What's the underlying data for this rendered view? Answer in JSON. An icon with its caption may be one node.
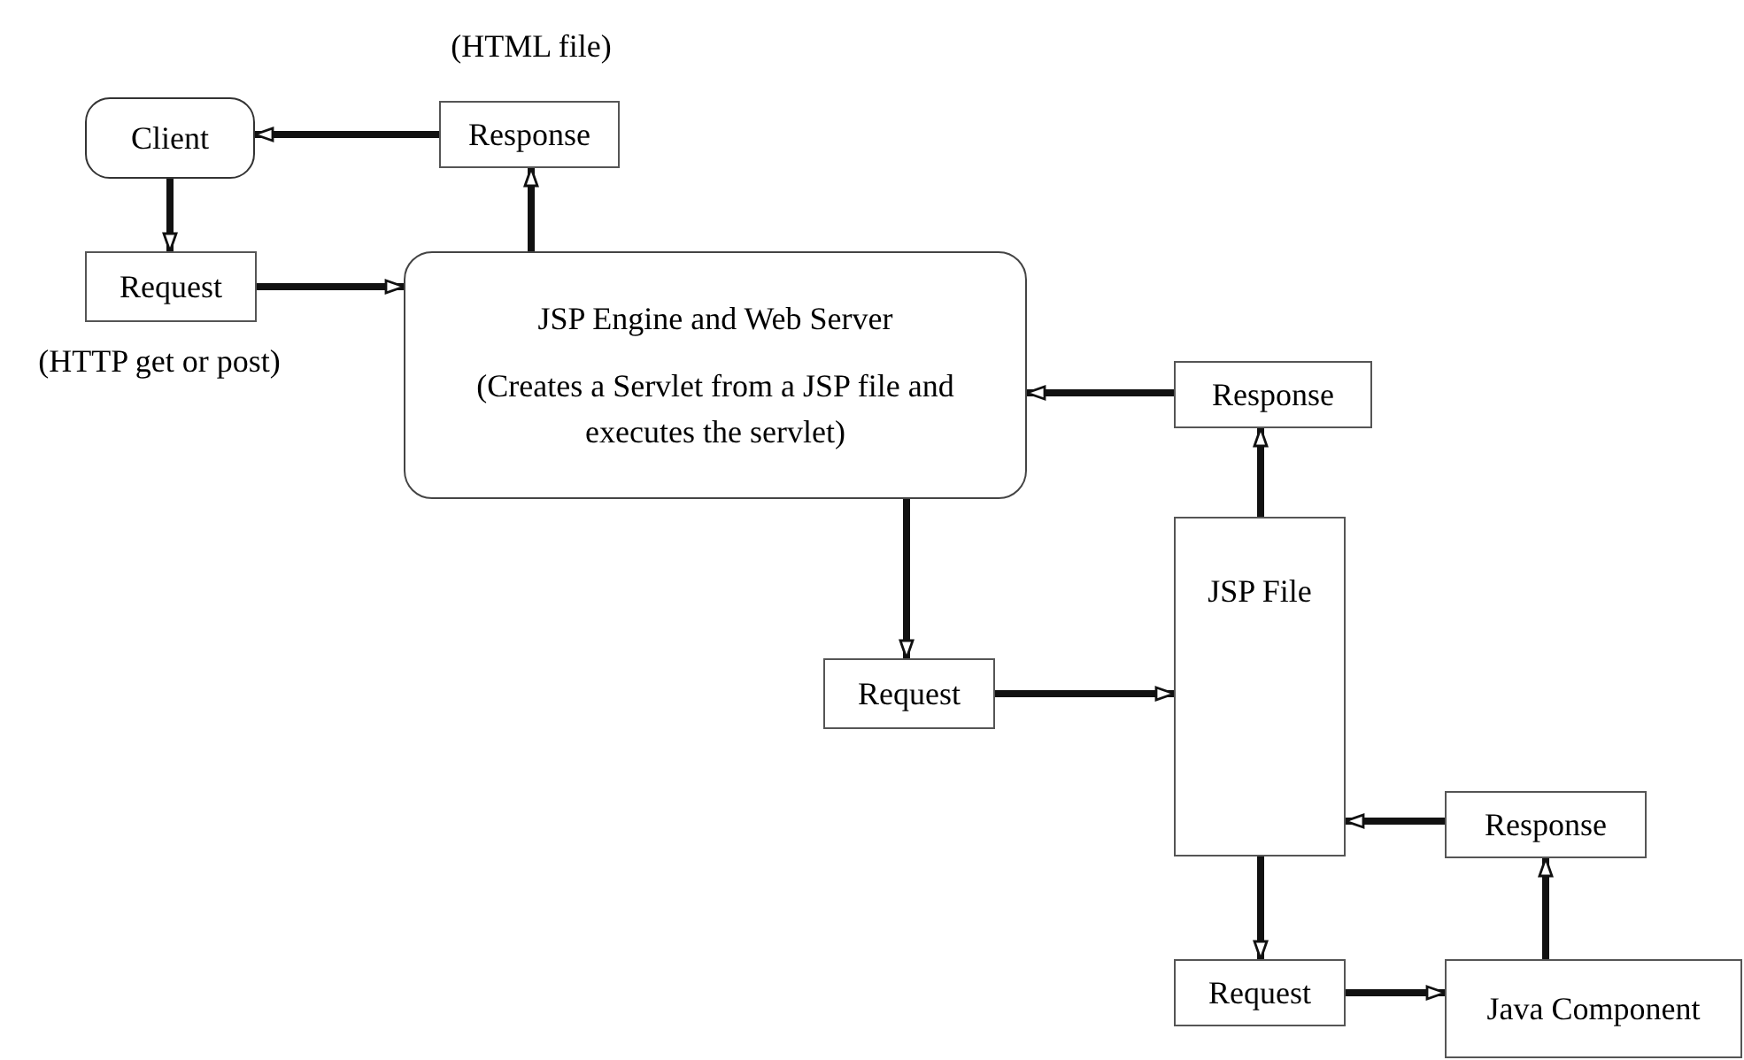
{
  "diagram": {
    "nodes": [
      {
        "text": [
          "Client"
        ]
      },
      {
        "text": [
          "Response"
        ],
        "beside": [
          "(HTML file)"
        ]
      },
      {
        "text": [
          "Request"
        ],
        "beside": [
          "(HTTP get or post)"
        ]
      },
      {
        "text": [
          "JSP Engine and Web Server",
          "(Creates a Servlet from a JSP file and executes the servlet)"
        ]
      },
      {
        "text": [
          "Response"
        ]
      },
      {
        "text": [
          "JSP File"
        ]
      },
      {
        "text": [
          "Request"
        ]
      },
      {
        "text": [
          "Response"
        ]
      },
      {
        "text": [
          "Request"
        ]
      },
      {
        "text": [
          "Java Component"
        ]
      }
    ],
    "edges": [
      {
        "from": 1,
        "to": 0,
        "arrow": "to"
      },
      {
        "from": 0,
        "to": 2,
        "arrow": "to"
      },
      {
        "from": 2,
        "to": 3,
        "arrow": "to"
      },
      {
        "from": 3,
        "to": 1,
        "arrow": "to"
      },
      {
        "from": 4,
        "to": 3,
        "arrow": "to"
      },
      {
        "from": 3,
        "to": 6,
        "arrow": "to"
      },
      {
        "from": 6,
        "to": 5,
        "arrow": "to"
      },
      {
        "from": 5,
        "to": 4,
        "arrow": "to"
      },
      {
        "from": 7,
        "to": 5,
        "arrow": "to"
      },
      {
        "from": 5,
        "to": 8,
        "arrow": "to"
      },
      {
        "from": 8,
        "to": 9,
        "arrow": "to"
      },
      {
        "from": 9,
        "to": 7,
        "arrow": "to"
      }
    ]
  }
}
